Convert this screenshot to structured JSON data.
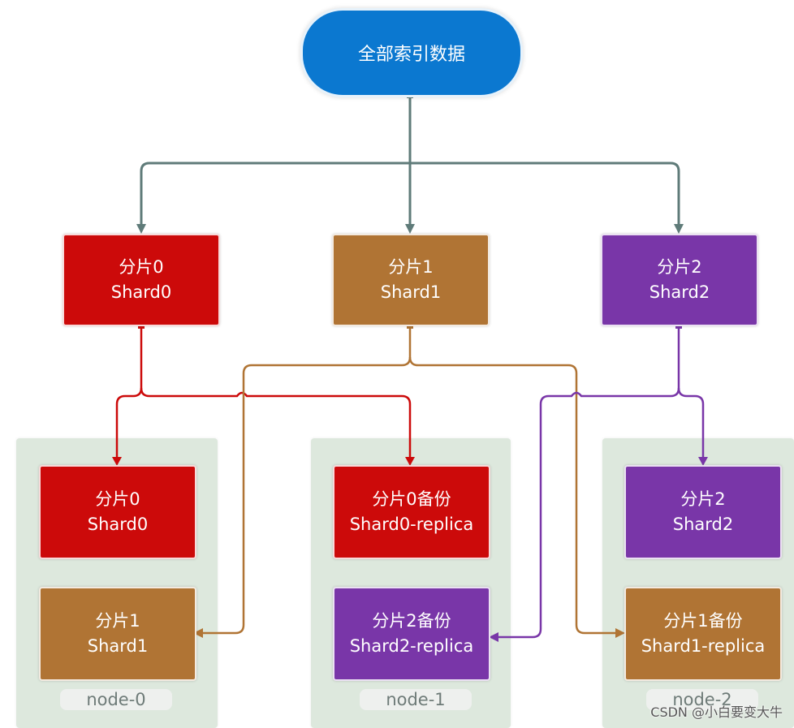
{
  "root": {
    "label": "全部索引数据"
  },
  "shards": [
    {
      "title": "分片0",
      "subtitle": "Shard0",
      "color": "#cc0a0a"
    },
    {
      "title": "分片1",
      "subtitle": "Shard1",
      "color": "#b07434"
    },
    {
      "title": "分片2",
      "subtitle": "Shard2",
      "color": "#7936a8"
    }
  ],
  "nodes": [
    {
      "label": "node-0",
      "boxes": [
        {
          "title": "分片0",
          "subtitle": "Shard0"
        },
        {
          "title": "分片1",
          "subtitle": "Shard1"
        }
      ]
    },
    {
      "label": "node-1",
      "boxes": [
        {
          "title": "分片0备份",
          "subtitle": "Shard0-replica"
        },
        {
          "title": "分片2备份",
          "subtitle": "Shard2-replica"
        }
      ]
    },
    {
      "label": "node-2",
      "boxes": [
        {
          "title": "分片2",
          "subtitle": "Shard2"
        },
        {
          "title": "分片1备份",
          "subtitle": "Shard1-replica"
        }
      ]
    }
  ],
  "colors": {
    "root": "#0b78d0",
    "connector_root": "#5f7b79",
    "node_background": "#dde8dd"
  },
  "watermark": "CSDN @小白要变大牛"
}
